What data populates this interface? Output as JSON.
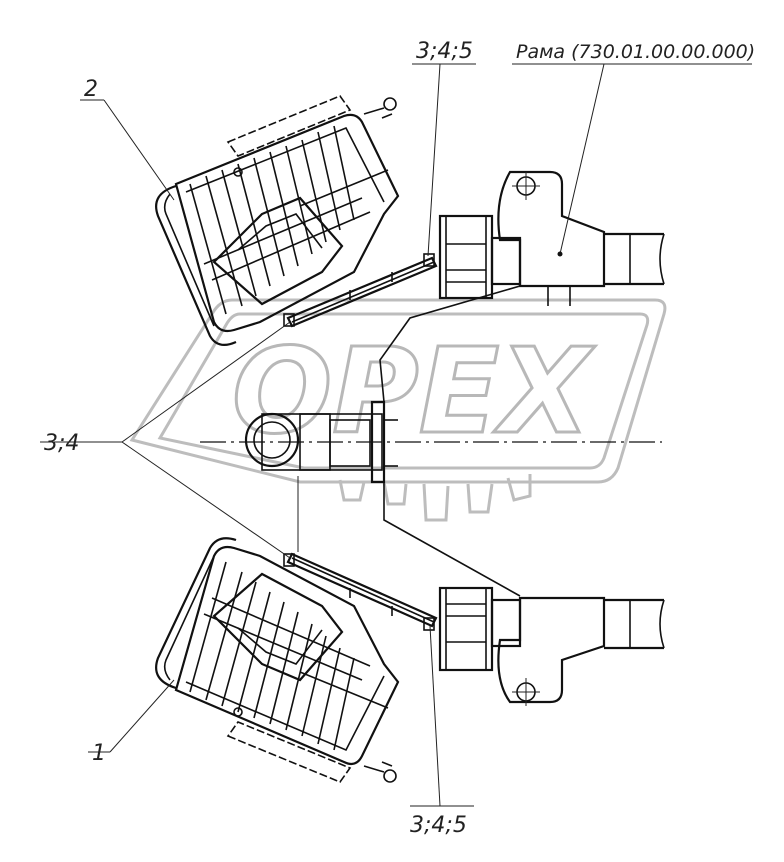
{
  "callouts": {
    "frame": "Рама (730.01.00.00.000)",
    "top_fasteners": "3;4;5",
    "bottom_fasteners": "3;4;5",
    "left_fasteners": "3;4",
    "item_2": "2",
    "item_1": "1"
  },
  "watermark": {
    "text": "OPEX"
  }
}
